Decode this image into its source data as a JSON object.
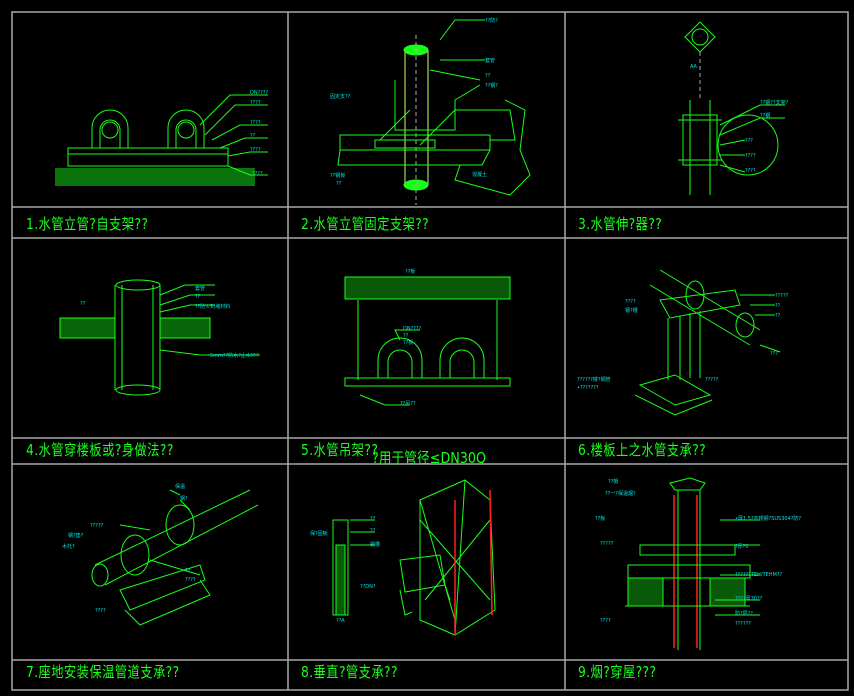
{
  "captions": [
    "1.水管立管?自支架??",
    "2.水管立管固定支架??",
    "3.水管伸?器??",
    "4.水管穿楼板或?身做法??",
    "5.水管吊架??",
    "6.楼板上之水管支承??",
    "7.座地安装保温管道支承??",
    "8.垂直?管支承??",
    "9.烟?穿屋???"
  ],
  "note_5": "?用于管径≤DN30Q",
  "colors": {
    "background": "#000000",
    "grid": "#a8a8a8",
    "line": "#19ff19",
    "highlight": "#ccff66",
    "label": "#00e5e5",
    "red": "#ff2020"
  }
}
